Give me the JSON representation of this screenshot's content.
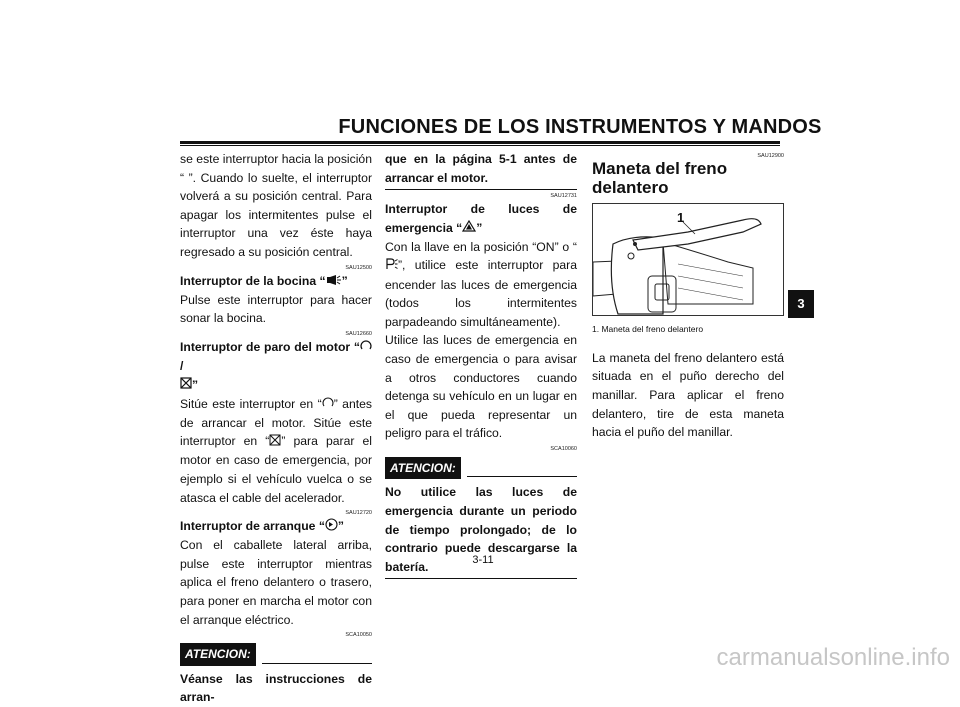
{
  "header": {
    "title": "FUNCIONES DE LOS INSTRUMENTOS Y MANDOS"
  },
  "col1": {
    "p1": "se este interruptor hacia la posición “ ”. Cuando lo suelte, el interruptor volverá a su posición central. Para apagar los intermitentes pulse el interruptor una vez éste haya regresado a su posición central.",
    "code_horn": "SAU12500",
    "horn_heading_a": "Interruptor de la bocina “",
    "horn_heading_b": "”",
    "horn_text": "Pulse este interruptor para hacer sonar la bocina.",
    "code_stop": "SAU12660",
    "stop_heading_a": "Interruptor de paro del motor “",
    "stop_heading_b": "/",
    "stop_heading_c": "”",
    "stop_text_a": "Sitúe este interruptor en “",
    "stop_text_b": "” antes de arrancar el motor. Sitúe este interruptor en “",
    "stop_text_c": "” para parar el motor en caso de emergencia, por ejemplo si el vehículo vuelca o se atasca el cable del acelerador.",
    "code_start": "SAU12720",
    "start_heading_a": "Interruptor de arranque “",
    "start_heading_b": "”",
    "start_text": "Con el caballete lateral arriba, pulse este interruptor mientras aplica el freno delantero o trasero, para poner en marcha el motor con el arranque eléctrico.",
    "code_warn": "SCA10050",
    "warn_label": "ATENCION:",
    "warn_text": "Véanse las instrucciones de arran-"
  },
  "col2": {
    "warn_cont": "que en la página 5-1 antes de arrancar el motor.",
    "code_hazard": "SAU12731",
    "hazard_heading_a": "Interruptor de luces de emergencia “",
    "hazard_heading_b": "”",
    "hazard_text_a": "Con la llave en la posición “ON” o “",
    "hazard_text_b": "”, utilice este interruptor para encender las luces de emergencia (todos los intermitentes parpadeando simultáneamente).",
    "hazard_text_c": "Utilice las luces de emergencia en caso de emergencia o para avisar a otros conductores cuando detenga su vehículo en un lugar en el que pueda representar un peligro para el tráfico.",
    "code_warn": "SCA10060",
    "warn_label": "ATENCION:",
    "warn_text": "No utilice las luces de emergencia durante un periodo de tiempo prolongado; de lo contrario puede descargarse la batería."
  },
  "col3": {
    "code": "SAU12900",
    "title": "Maneta del freno delantero",
    "callout": "1",
    "caption": "1. Maneta del freno delantero",
    "text": "La maneta del freno delantero está situada en el puño derecho del manillar. Para aplicar el freno delantero, tire de esta maneta hacia el puño del manillar."
  },
  "side_tab": "3",
  "page_number": "3-11",
  "watermark": "carmanualsonline.info"
}
